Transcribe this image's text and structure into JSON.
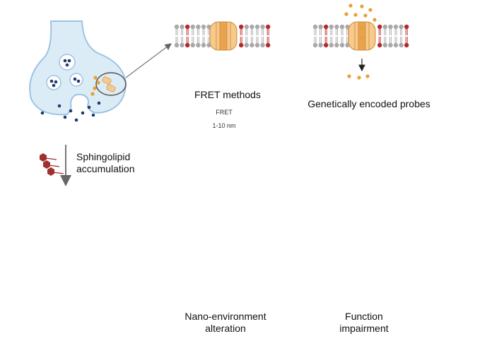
{
  "labels": {
    "sphingolipid": [
      "Sphingolipid",
      "accumulation"
    ],
    "fret_title": "FRET methods",
    "fret_arrow": "FRET",
    "fret_range": "1-10 nm",
    "probes_title": "Genetically encoded probes",
    "nano": [
      "Nano-environment",
      "alteration"
    ],
    "function": [
      "Function",
      "impairment"
    ]
  },
  "colors": {
    "neuron_fill": "#dcecf7",
    "neuron_stroke": "#9cc3e4",
    "vesicle_dot": "#1f3b73",
    "channel": "#f7c98a",
    "channel_core": "#e9a34e",
    "ion": "#e8a030",
    "lipid_grey": "#a9a9a9",
    "lipid_red": "#b22a2a",
    "panel_bg": "#e9e9e9",
    "protein_green": "#2e9a2e"
  }
}
